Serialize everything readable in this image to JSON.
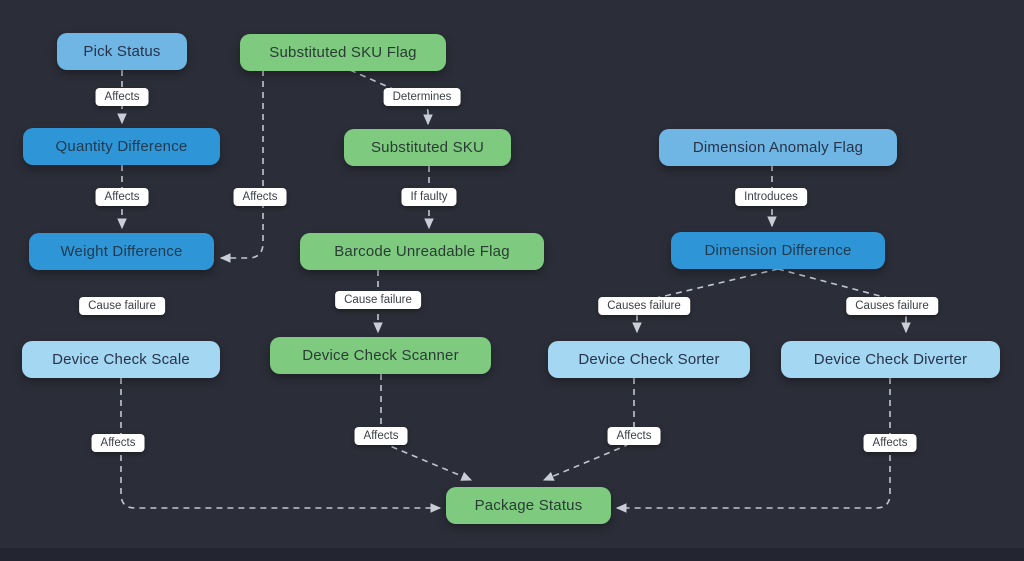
{
  "diagram": {
    "palette": {
      "background": "#2b2d38",
      "node_light_blue": "#6fb6e4",
      "node_blue": "#2e96d6",
      "node_pale_blue": "#a3d7f2",
      "node_green": "#7ecb80",
      "edge_line": "#c2c7d0",
      "edge_label_bg": "#ffffff"
    },
    "nodes": {
      "pick_status": {
        "label": "Pick Status",
        "color": "#6fb6e4"
      },
      "substituted_sku_flag": {
        "label": "Substituted SKU Flag",
        "color": "#7ecb80"
      },
      "quantity_difference": {
        "label": "Quantity Difference",
        "color": "#2e96d6"
      },
      "substituted_sku": {
        "label": "Substituted SKU",
        "color": "#7ecb80"
      },
      "dimension_anomaly_flag": {
        "label": "Dimension Anomaly Flag",
        "color": "#6fb6e4"
      },
      "weight_difference": {
        "label": "Weight Difference",
        "color": "#2e96d6"
      },
      "barcode_unreadable_flag": {
        "label": "Barcode Unreadable Flag",
        "color": "#7ecb80"
      },
      "dimension_difference": {
        "label": "Dimension Difference",
        "color": "#2e96d6"
      },
      "device_check_scale": {
        "label": "Device Check Scale",
        "color": "#a3d7f2"
      },
      "device_check_scanner": {
        "label": "Device Check Scanner",
        "color": "#7ecb80"
      },
      "device_check_sorter": {
        "label": "Device Check Sorter",
        "color": "#a3d7f2"
      },
      "device_check_diverter": {
        "label": "Device Check Diverter",
        "color": "#a3d7f2"
      },
      "package_status": {
        "label": "Package Status",
        "color": "#7ecb80"
      }
    },
    "edge_labels": {
      "pick_affects": "Affects",
      "flag_determines": "Determines",
      "quantity_affects": "Affects",
      "flag_affects": "Affects",
      "sku_if_faulty": "If faulty",
      "anomaly_introduces": "Introduces",
      "weight_cause_failure": "Cause failure",
      "barcode_cause_failure": "Cause failure",
      "sorter_causes_failure": "Causes failure",
      "diverter_causes_failure": "Causes failure",
      "scale_affects": "Affects",
      "scanner_affects": "Affects",
      "sorter_affects": "Affects",
      "diverter_affects": "Affects"
    }
  }
}
